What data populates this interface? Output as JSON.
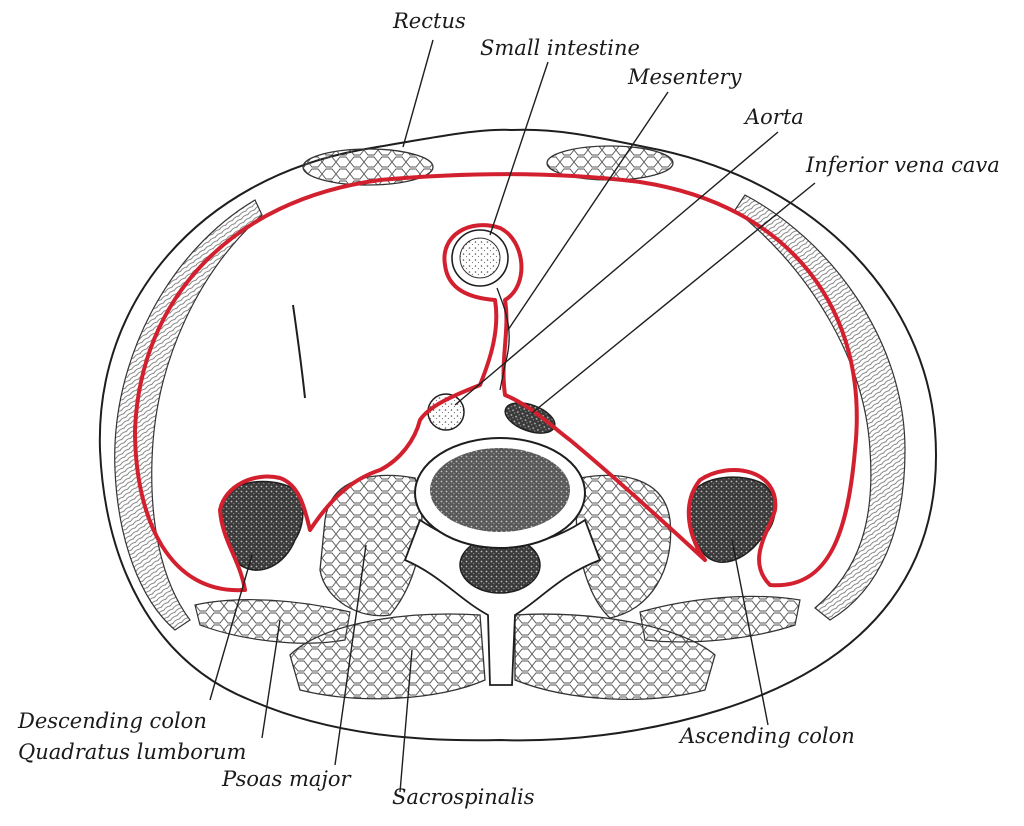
{
  "figure": {
    "labels": {
      "rectus": "Rectus",
      "small_intestine": "Small intestine",
      "mesentery": "Mesentery",
      "aorta": "Aorta",
      "inferior_vena_cava": "Inferior vena cava",
      "descending_colon": "Descending colon",
      "quadratus_lumborum": "Quadratus lumborum",
      "psoas_major": "Psoas major",
      "sacrospinalis": "Sacrospinalis",
      "ascending_colon": "Ascending colon"
    },
    "colors": {
      "peritoneum": "#d3202f",
      "outline": "#1e1e1e",
      "muscle_texture": "#4a4a4a",
      "background": "#ffffff"
    }
  }
}
